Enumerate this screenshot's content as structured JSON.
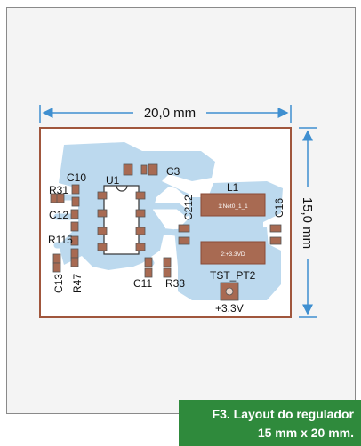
{
  "dimensions": {
    "width_label": "20,0 mm",
    "height_label": "15,0 mm"
  },
  "components": {
    "c10": "C10",
    "u1": "U1",
    "c3": "C3",
    "r31": "R31",
    "c12": "C12",
    "r115": "R115",
    "c13": "C13",
    "r47": "R47",
    "c11": "C11",
    "r33": "R33",
    "l1": "L1",
    "c212": "C212",
    "c16": "C16",
    "tst_pt2": "TST_PT2",
    "v33": "+3.3V"
  },
  "pad_labels": {
    "net1": "1:Net0_1_1",
    "net2": "2:+3.3VD"
  },
  "caption": {
    "line1": "F3. Layout do regulador",
    "line2": "15 mm x 20 mm."
  },
  "colors": {
    "board_border": "#a0563c",
    "copper": "#bcd9ee",
    "pad": "#a86a52",
    "dimension": "#3f8fd0",
    "caption_bg": "#2f8a3c"
  }
}
